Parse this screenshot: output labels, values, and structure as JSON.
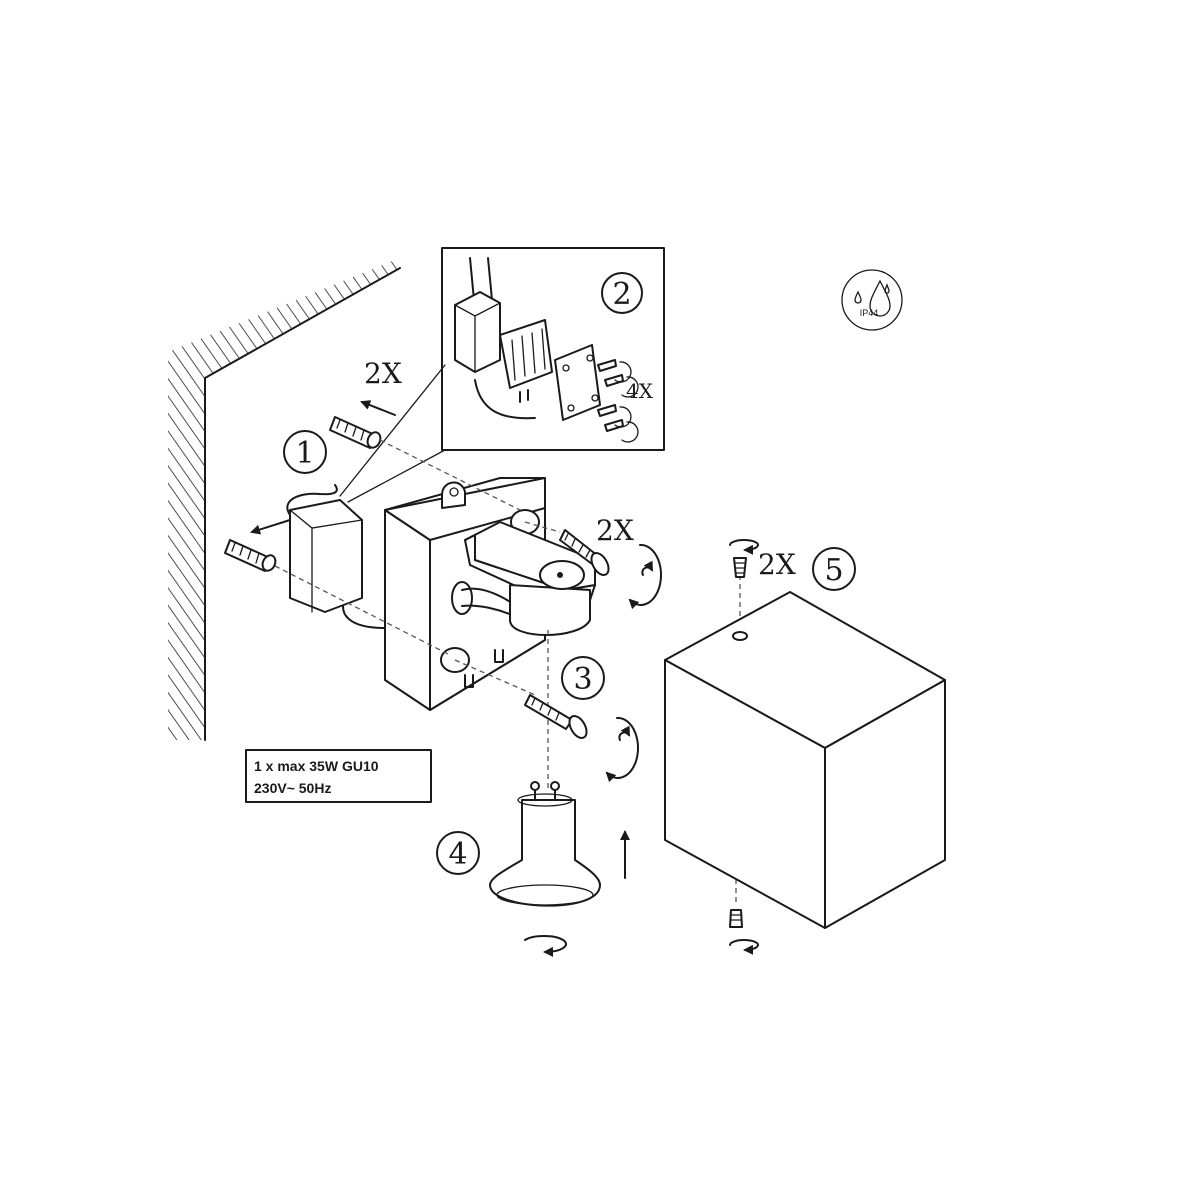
{
  "steps": {
    "s1": "1",
    "s2": "2",
    "s3": "3",
    "s4": "4",
    "s5": "5"
  },
  "quantities": {
    "plugs": "2X",
    "terminal_screws": "4X",
    "mount_screws": "2X",
    "cover_screws": "2X"
  },
  "spec_box": {
    "line1": "1 x max 35W GU10",
    "line2": "230V~ 50Hz"
  },
  "ip_badge": {
    "label": "IP44"
  }
}
